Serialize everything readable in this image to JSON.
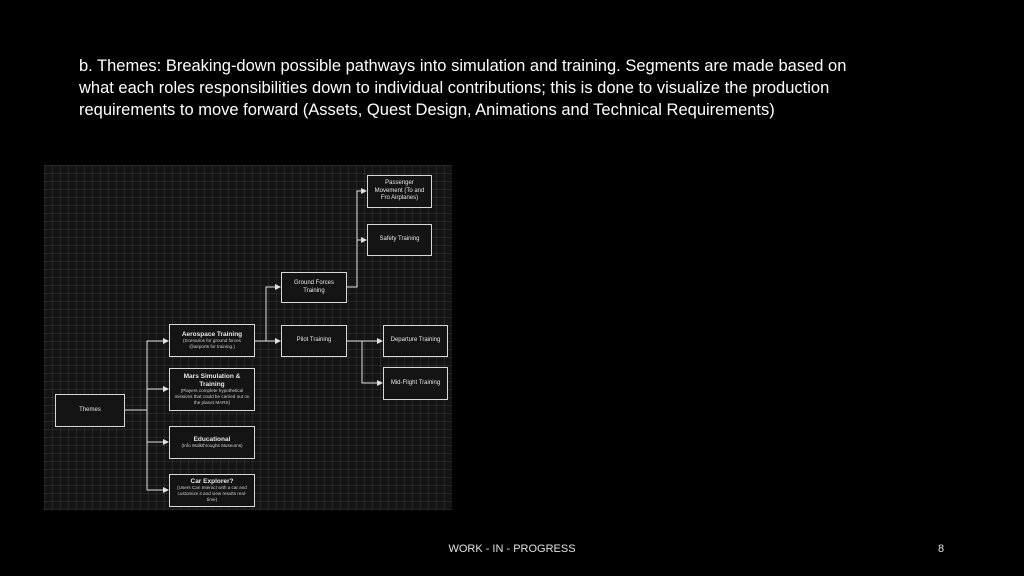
{
  "heading": {
    "line1": "b. Themes: Breaking-down possible pathways into simulation and training. Segments are made based on",
    "line2": "what each roles responsibilities down to individual contributions; this is done to visualize the production",
    "line3": "requirements to move forward (Assets, Quest Design, Animations and Technical Requirements)"
  },
  "diagram": {
    "themes": "Themes",
    "aerospace": {
      "title": "Aerospace Training",
      "sub": "(Scenarios for ground forces @airports for training.)"
    },
    "mars": {
      "title": "Mars Simulation & Training",
      "sub": "(Players complete hypothetical missions that could be carried out on the planet MARS)"
    },
    "educational": {
      "title": "Educational",
      "sub": "(Info Walkthroughs Museums)"
    },
    "car": {
      "title": "Car Explorer?",
      "sub": "(Users Can Interact with a car and customize it and view results real-time)"
    },
    "ground_forces": "Ground Forces Training",
    "pilot": "Pilot Training",
    "passenger": "Passenger Movement (To and Fro Airplanes)",
    "safety": "Safety Training",
    "departure": "Departure Training",
    "midflight": "Mid-Flight Training"
  },
  "footer": {
    "text": "WORK - IN - PROGRESS",
    "page": "8"
  }
}
